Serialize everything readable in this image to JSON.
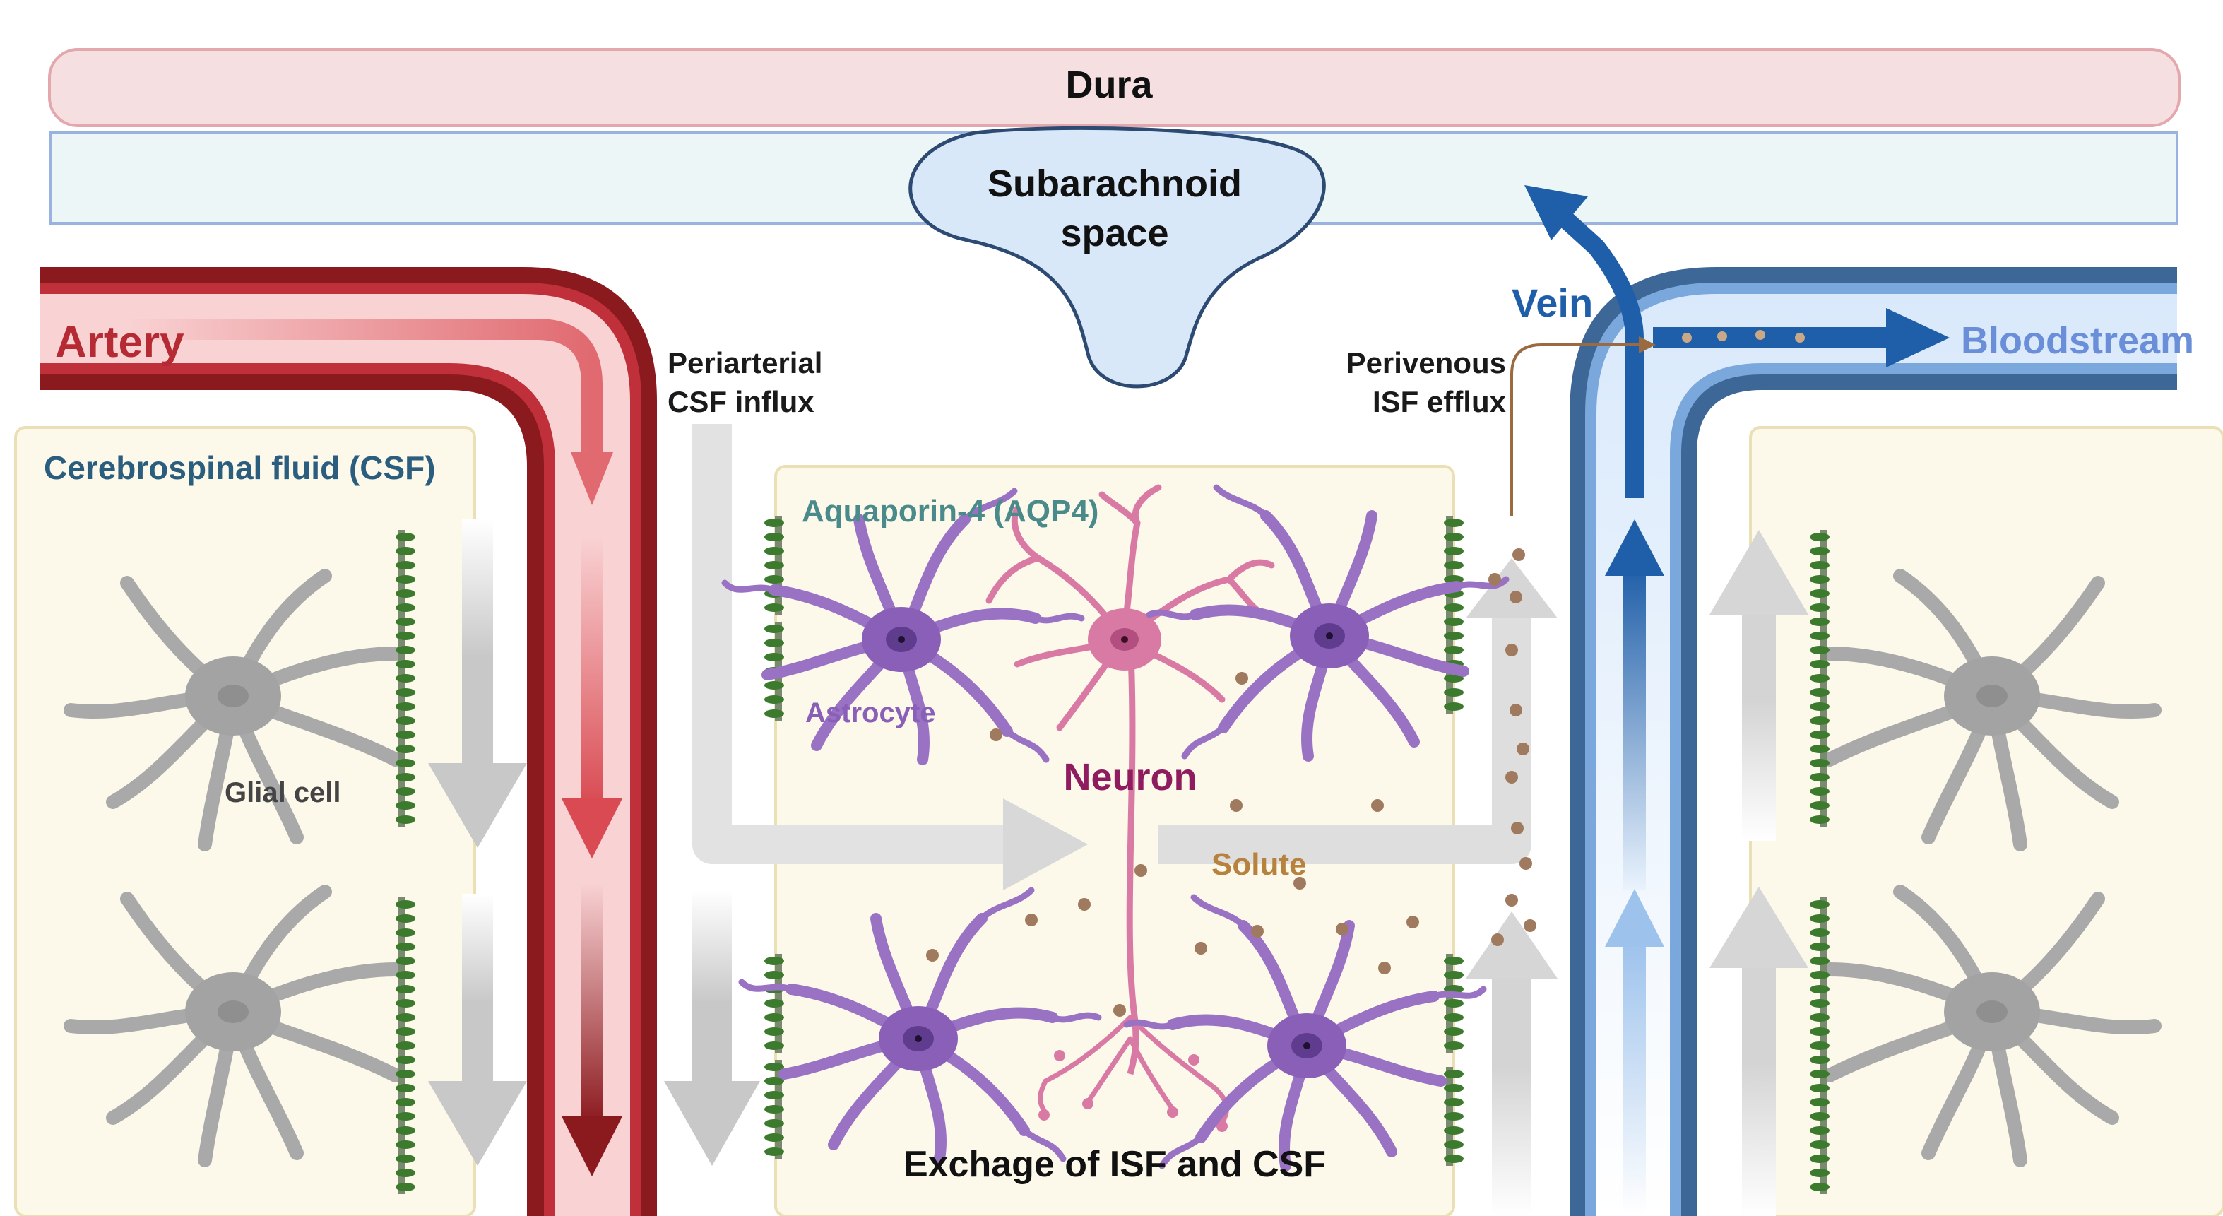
{
  "labels": {
    "dura": "Dura",
    "subarachnoid_line1": "Subarachnoid",
    "subarachnoid_line2": "space",
    "artery": "Artery",
    "vein": "Vein",
    "bloodstream": "Bloodstream",
    "periarterial_line1": "Periarterial",
    "periarterial_line2": "CSF influx",
    "perivenous_line1": "Perivenous",
    "perivenous_line2": "ISF efflux",
    "csf": "Cerebrospinal fluid (CSF)",
    "aquaporin": "Aquaporin-4 (AQP4)",
    "astrocyte": "Astrocyte",
    "neuron": "Neuron",
    "solute": "Solute",
    "glial_cell": "Glial cell",
    "exchange": "Exchage of ISF and CSF"
  },
  "colors": {
    "dura_fill": "#f6dfe1",
    "dura_stroke": "#e3a8ad",
    "subarachnoid_fill": "#edf6f6",
    "subarachnoid_stroke": "#9ab2e0",
    "artery_dark": "#8b1a1f",
    "artery_light": "#f9d2d3",
    "vein_dark": "#3d6796",
    "vein_light": "#d9e9fb",
    "vein_arrow": "#1f5ea8",
    "bloodstream_text": "#6a8fd8",
    "csf_text": "#2a5d7e",
    "aqp4_text": "#4a8a8a",
    "astrocyte": "#9a72c4",
    "neuron": "#d97aa4",
    "neuron_text": "#8e1c5e",
    "solute_dot": "#a07a5e",
    "solute_text": "#b6823e",
    "glial": "#a9a9a9",
    "tissue_fill": "#fcf8ea",
    "tissue_stroke": "#ebdfb6",
    "flow_arrow": "#d0d0d0",
    "aqp4_channel": "#3c7a2e"
  },
  "icons": [
    "astrocyte-icon",
    "neuron-icon",
    "glial-cell-icon",
    "aquaporin-channel-icon",
    "solute-particle-icon"
  ]
}
